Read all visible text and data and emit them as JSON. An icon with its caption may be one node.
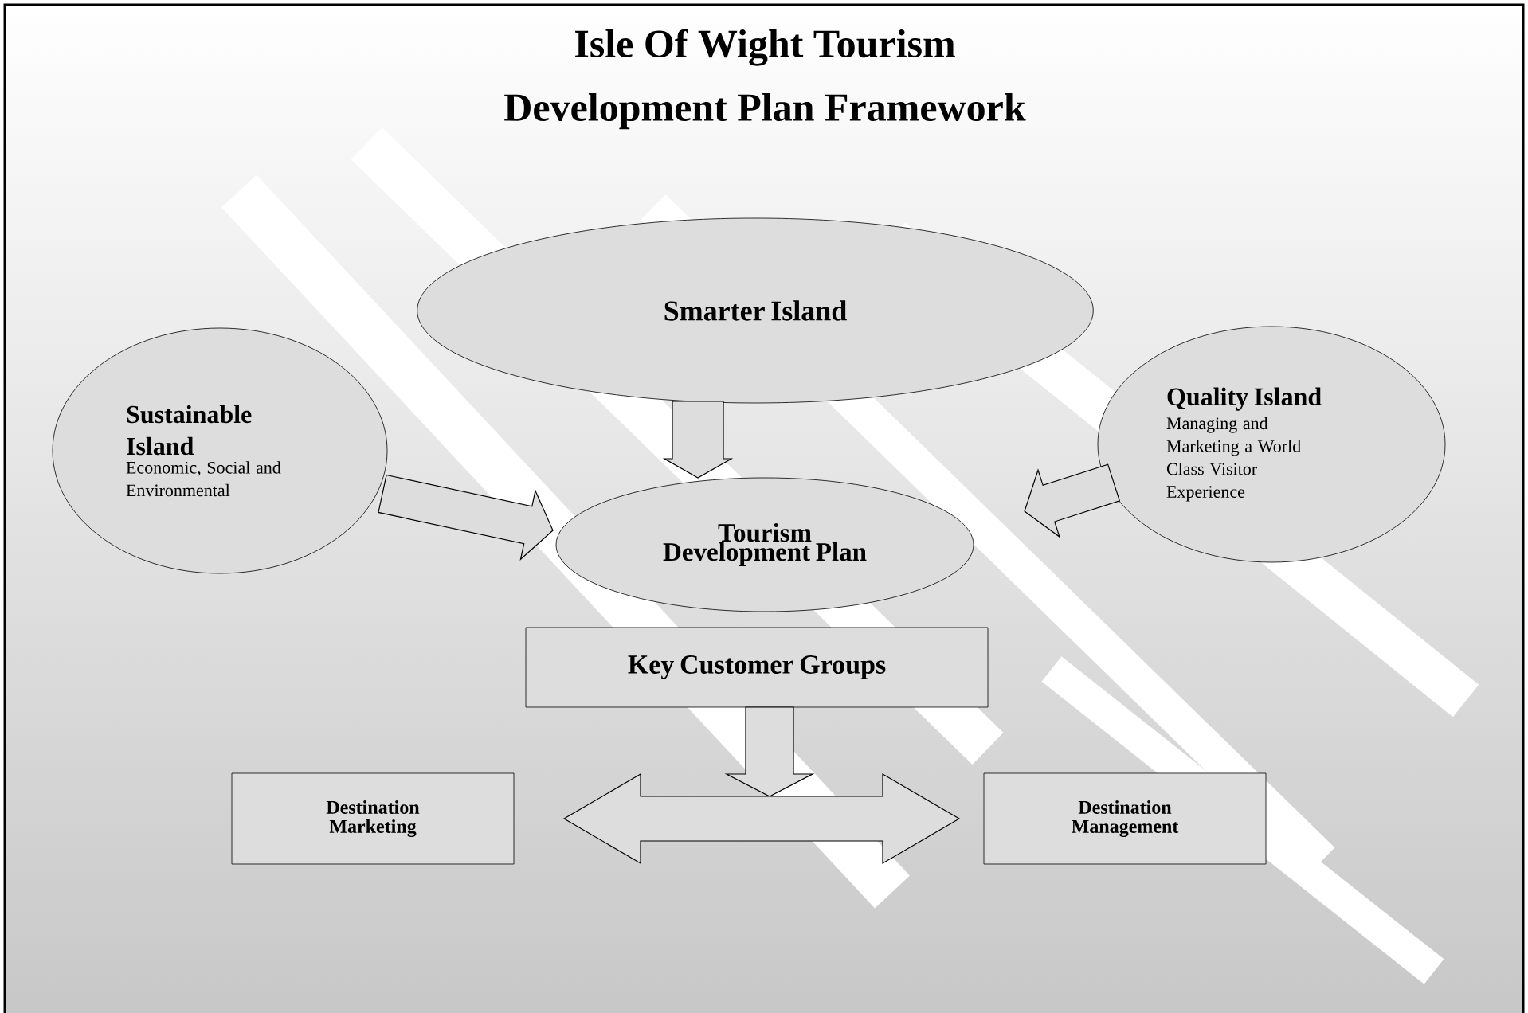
{
  "diagram": {
    "title": "Isle Of Wight Tourism Development Plan Framework",
    "nodes": [
      {
        "text": [
          "Smarter Island"
        ]
      },
      {
        "text": [
          "Sustainable Island",
          "Economic, Social and Environmental"
        ]
      },
      {
        "text": [
          "Quality Island",
          "Managing and Marketing a World Class Visitor Experience"
        ]
      },
      {
        "text": [
          "Tourism Development Plan"
        ]
      },
      {
        "text": [
          "Key Customer Groups"
        ]
      },
      {
        "text": [
          "Destination Marketing"
        ]
      },
      {
        "text": [
          "Destination Management"
        ]
      }
    ],
    "edges": [
      {
        "from": 0,
        "to": 3,
        "arrow": "to"
      },
      {
        "from": 1,
        "to": 3,
        "arrow": "to"
      },
      {
        "from": 2,
        "to": 3,
        "arrow": "to"
      },
      {
        "from": 4,
        "to": null,
        "arrow": "to"
      },
      {
        "from": 5,
        "to": 6,
        "arrow": "both"
      }
    ]
  }
}
